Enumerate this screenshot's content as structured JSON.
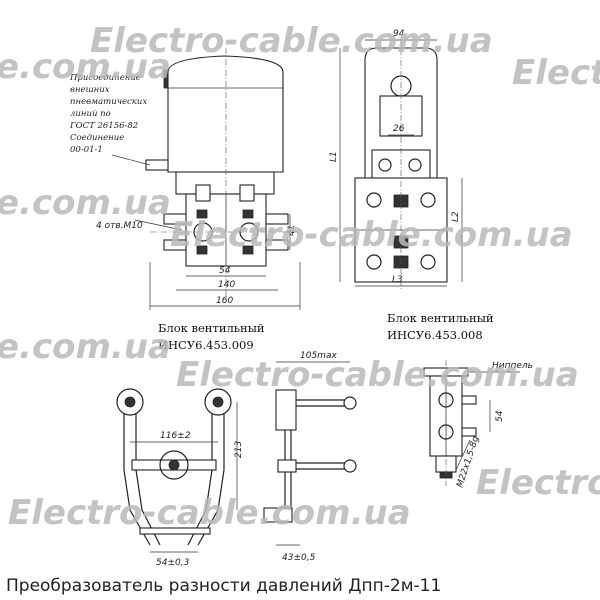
{
  "watermark": "Electro-cable.com.ua",
  "watermark_partial_right": "Electro-",
  "watermark_partial_left": "e.com.ua",
  "connection_note": [
    "Присоединение",
    "внешних",
    "пневматических",
    "линий по",
    "ГОСТ 26156-82",
    "Соединение",
    "00-01-1"
  ],
  "holes_label": "4 отв.М10",
  "dims_main": {
    "d41": "41",
    "d54": "54",
    "d140": "140",
    "d160": "160"
  },
  "dims_side": {
    "d94": "94",
    "d26": "26",
    "L1": "L1",
    "L2": "L2",
    "L3": "L3"
  },
  "block1": {
    "title": "Блок вентильный",
    "code": "ИНСУ6.453.009"
  },
  "block2": {
    "title": "Блок вентильный",
    "code": "ИНСУ6.453.008"
  },
  "dims_block1": {
    "d116": "116±2",
    "d213": "213",
    "d54": "54±0,3",
    "d105": "105max",
    "d43": "43±0,5"
  },
  "dims_block2": {
    "nipple": "Ниппель",
    "d54": "54",
    "thread": "M22x1,5-8g"
  },
  "caption": "Преобразователь разности давлений Дпп-2м-11"
}
